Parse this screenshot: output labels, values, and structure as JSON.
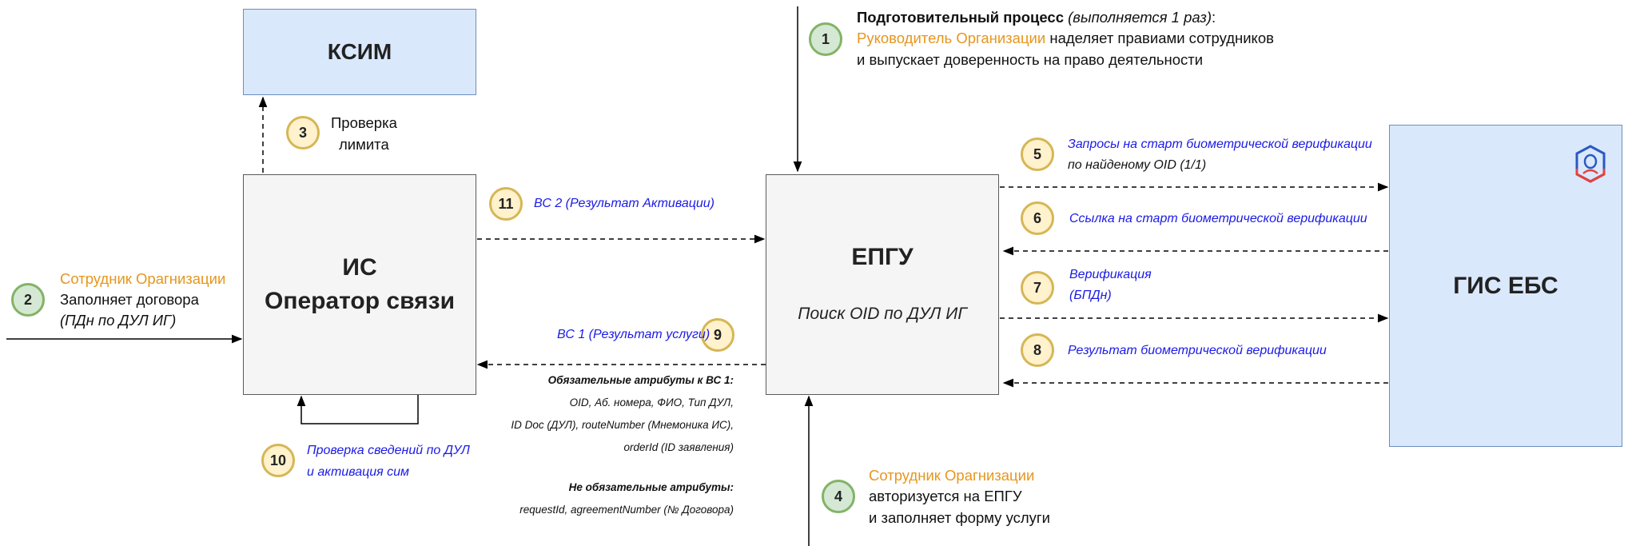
{
  "boxes": {
    "ksim": "КСИМ",
    "is_line1": "ИС",
    "is_line2": "Оператор связи",
    "epgu": "ЕПГУ",
    "epgu_sub": "Поиск OID по ДУЛ ИГ",
    "gis": "ГИС ЕБС"
  },
  "steps": {
    "s1": {
      "num": "1",
      "title_bold": "Подготовительный процесс",
      "title_italic": "(выполняется 1 раз)",
      "title_colon": ":",
      "actor": "Руководитель Организации",
      "line1_rest": "наделяет правиами сотрудников",
      "line2": "и выпускает доверенность на право деятельности"
    },
    "s2": {
      "num": "2",
      "actor": "Сотрудник Орагнизации",
      "line1": "Заполняет договора",
      "line2": "(ПДн по ДУЛ ИГ)"
    },
    "s3": {
      "num": "3",
      "line1": "Проверка",
      "line2": "лимита"
    },
    "s4": {
      "num": "4",
      "actor": "Сотрудник Орагнизации",
      "line1": "авторизуется на ЕПГУ",
      "line2": "и заполняет форму услуги"
    },
    "s5": {
      "num": "5",
      "line1": "Запросы на старт биометрической верификации",
      "line2": "по найденому OID (1/1)"
    },
    "s6": {
      "num": "6",
      "line1": "Ссылка на старт биометрической верификации"
    },
    "s7": {
      "num": "7",
      "line1": "Верификация",
      "line2": "(БПДн)"
    },
    "s8": {
      "num": "8",
      "line1": "Результат биометрической верификации"
    },
    "s9": {
      "num": "9",
      "label": "ВС 1 (Результат услуги)"
    },
    "s10": {
      "num": "10",
      "line1": "Проверка сведений по ДУЛ",
      "line2": "и активация сим"
    },
    "s11": {
      "num": "11",
      "label": "ВС 2 (Результат Активации)"
    }
  },
  "attributes": {
    "required_title": "Обязательные атрибуты к ВС 1:",
    "required_line1": "OID, Аб. номера, ФИО, Тип ДУЛ,",
    "required_line2": "ID Doc (ДУЛ), routeNumber (Мнемоника ИС),",
    "required_line3": "orderId (ID заявления)",
    "optional_title": "Не обязательные атрибуты:",
    "optional_line1": "requestId, agreementNumber (№ Договора)"
  },
  "colors": {
    "blue_fill": "#dae8fc",
    "blue_stroke": "#6c8ebf",
    "gray_fill": "#f5f5f5",
    "green_badge": "#d5e8d4",
    "yellow_badge": "#fff2cc",
    "actor_orange": "#e6961e",
    "label_blue": "#1a1ae6"
  },
  "icons": {
    "gis_logo": "biometric-face-logo"
  }
}
